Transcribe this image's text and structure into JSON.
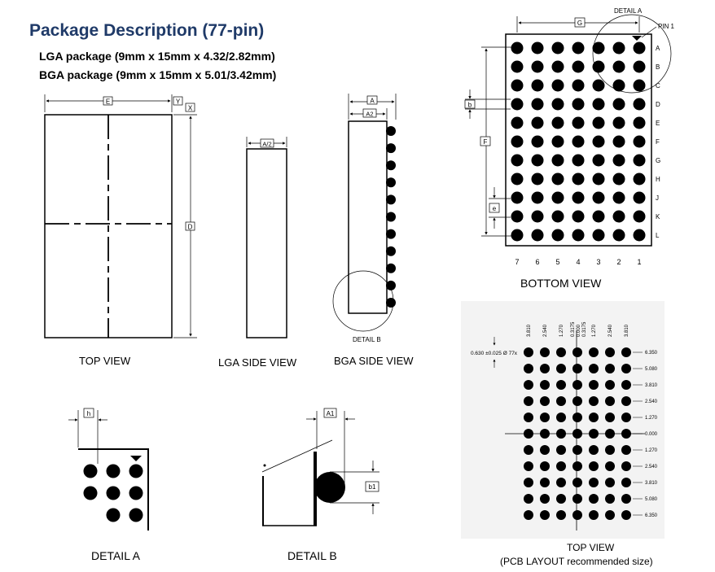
{
  "header": {
    "title": "Package Description (77-pin)",
    "lga_line": "LGA package (9mm x 15mm x 4.32/2.82mm)",
    "bga_line": "BGA package (9mm x 15mm x 5.01/3.42mm)"
  },
  "captions": {
    "top_view": "TOP VIEW",
    "lga_side_view": "LGA SIDE VIEW",
    "bga_side_view": "BGA SIDE VIEW",
    "bottom_view": "BOTTOM VIEW",
    "detail_a": "DETAIL A",
    "detail_b": "DETAIL B",
    "pcb_top_view": "TOP VIEW",
    "pcb_note": "(PCB LAYOUT recommended size)"
  },
  "dimension_labels": {
    "E": "E",
    "Y": "Y",
    "X": "X",
    "D": "D",
    "A2_half": "A/2",
    "A": "A",
    "A2": "A2",
    "G": "G",
    "b": "b",
    "F": "F",
    "e": "e",
    "h": "h",
    "A1": "A1",
    "b1": "b1",
    "detail_a": "DETAIL A",
    "pin1": "PIN 1",
    "detail_b": "DETAIL B"
  },
  "bottom_view": {
    "rows": [
      "A",
      "B",
      "C",
      "D",
      "E",
      "F",
      "G",
      "H",
      "J",
      "K",
      "L"
    ],
    "cols": [
      "7",
      "6",
      "5",
      "4",
      "3",
      "2",
      "1"
    ]
  },
  "pcb_layout": {
    "col_labels": [
      "3.810",
      "2.540",
      "1.270",
      "0.3175",
      "0.000",
      "0.3175",
      "1.270",
      "2.540",
      "3.810"
    ],
    "row_labels": [
      "6.350",
      "5.080",
      "3.810",
      "2.540",
      "1.270",
      "0.000",
      "1.270",
      "2.540",
      "3.810",
      "5.080",
      "6.350"
    ],
    "pad_note": "0.630 ±0.025 Ø 77x"
  },
  "colors": {
    "title": "#1f3a68",
    "ink": "#000000"
  }
}
